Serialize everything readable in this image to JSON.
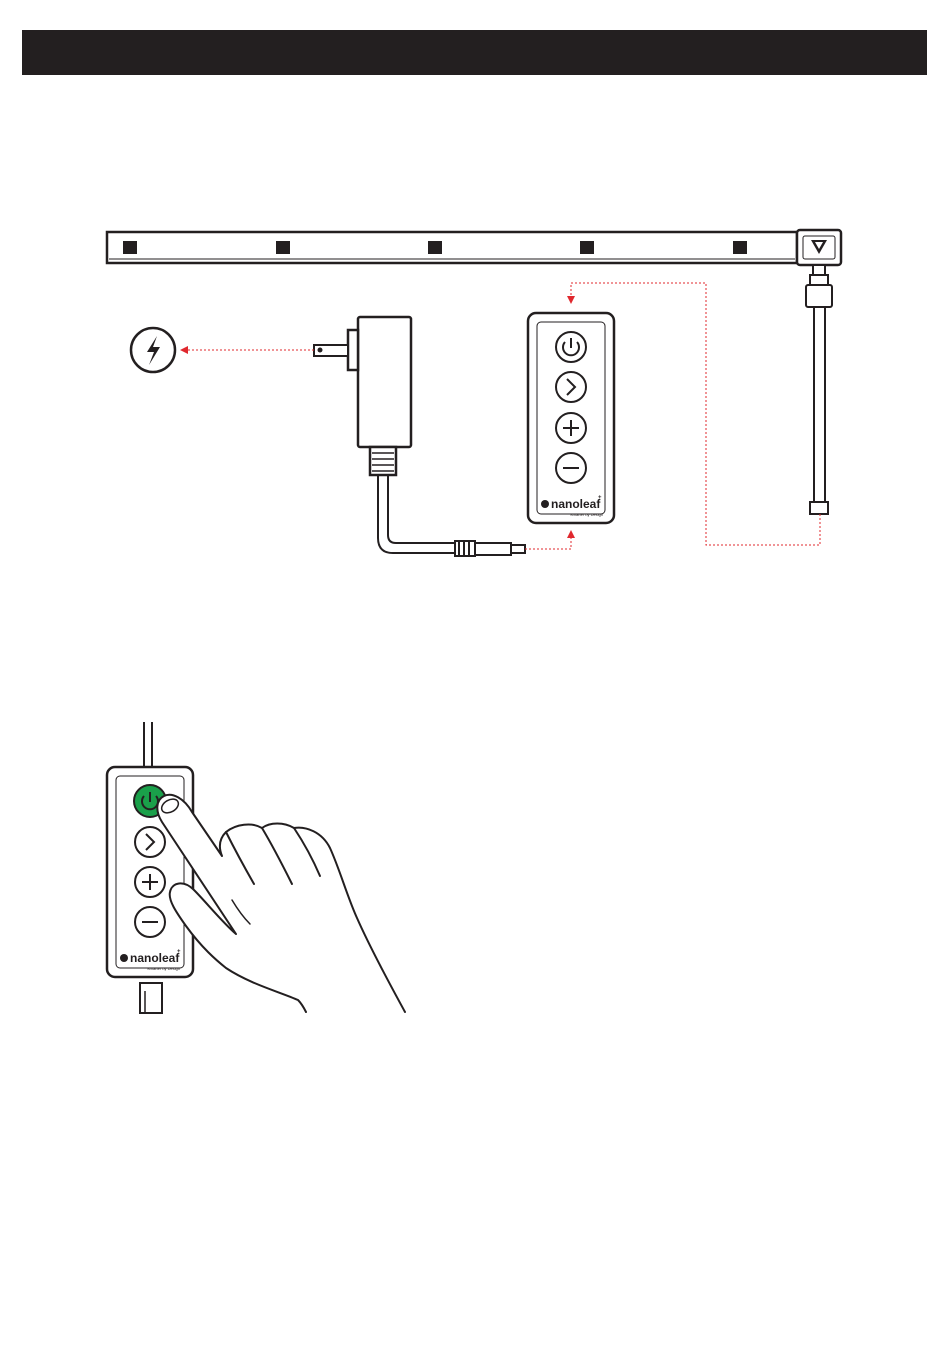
{
  "header": {
    "title": ""
  },
  "colors": {
    "bar": "#231f20",
    "line": "#231f20",
    "accent_dotted": "#e0282e",
    "power_active": "#1aa04a"
  },
  "remote_top": {
    "brand": "nanoleaf",
    "brand_mark": "+",
    "tagline": "Smarter by Design",
    "buttons": [
      {
        "name": "power-icon"
      },
      {
        "name": "chevron-right-icon"
      },
      {
        "name": "plus-icon"
      },
      {
        "name": "minus-icon"
      }
    ]
  },
  "remote_bottom": {
    "brand": "nanoleaf",
    "brand_mark": "+",
    "tagline": "Smarter by Design",
    "power_state": "on"
  },
  "icons": {
    "outlet": "lightning-icon",
    "adapter": "power-adapter-icon",
    "strip": "light-strip-icon",
    "hand": "hand-pointer-icon"
  }
}
